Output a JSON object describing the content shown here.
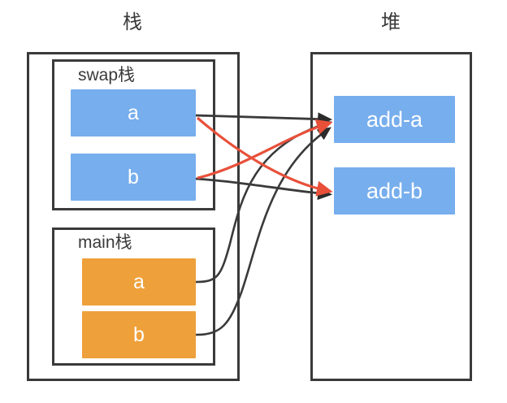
{
  "headings": {
    "stack": "栈",
    "heap": "堆"
  },
  "colors": {
    "blue": "#77aeed",
    "orange": "#eea03a",
    "outline": "#3a3a3a",
    "arrow_black": "#3a3a3a",
    "arrow_red": "#e8503a",
    "background": "#ffffff",
    "cell_text": "#ffffff"
  },
  "stack_region": {
    "frames": [
      {
        "name": "swap-frame",
        "label": "swap栈",
        "cell_color": "blue",
        "cells": [
          {
            "name": "swap-cell-a",
            "label": "a"
          },
          {
            "name": "swap-cell-b",
            "label": "b"
          }
        ]
      },
      {
        "name": "main-frame",
        "label": "main栈",
        "cell_color": "orange",
        "cells": [
          {
            "name": "main-cell-a",
            "label": "a"
          },
          {
            "name": "main-cell-b",
            "label": "b"
          }
        ]
      }
    ]
  },
  "heap_region": {
    "objects": [
      {
        "name": "heap-obj-a",
        "label": "add-a"
      },
      {
        "name": "heap-obj-b",
        "label": "add-b"
      }
    ]
  },
  "arrows": [
    {
      "name": "arrow-swap-a-to-add-a",
      "from": "swap-cell-a",
      "to": "heap-obj-a",
      "color": "#3a3a3a",
      "style": "straight"
    },
    {
      "name": "arrow-swap-b-to-add-b",
      "from": "swap-cell-b",
      "to": "heap-obj-b",
      "color": "#3a3a3a",
      "style": "straight"
    },
    {
      "name": "arrow-swap-a-to-add-b",
      "from": "swap-cell-a",
      "to": "heap-obj-b",
      "color": "#e8503a",
      "style": "crossing"
    },
    {
      "name": "arrow-swap-b-to-add-a",
      "from": "swap-cell-b",
      "to": "heap-obj-a",
      "color": "#e8503a",
      "style": "crossing"
    },
    {
      "name": "arrow-main-a-to-add-a",
      "from": "main-cell-a",
      "to": "heap-obj-a",
      "color": "#3a3a3a",
      "style": "curve"
    },
    {
      "name": "arrow-main-b-to-add-b",
      "from": "main-cell-b",
      "to": "heap-obj-b",
      "color": "#3a3a3a",
      "style": "curve"
    }
  ]
}
